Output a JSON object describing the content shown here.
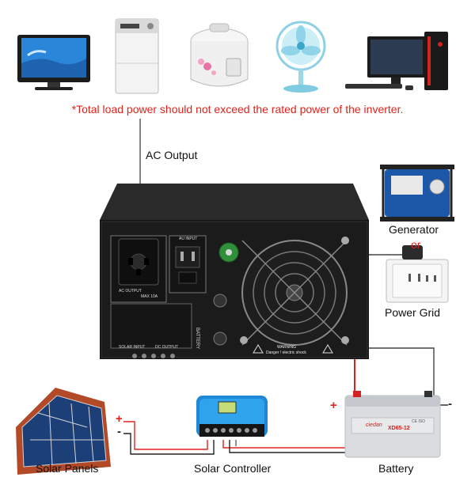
{
  "warning": "*Total load power should not exceed the rated power of the inverter.",
  "labels": {
    "ac_output": "AC Output",
    "generator": "Generator",
    "or": "or",
    "power_grid": "Power Grid",
    "solar_panels": "Solar Panels",
    "solar_controller": "Solar Controller",
    "battery": "Battery"
  },
  "inverter_panel": {
    "ac_output": "AC OUTPUT",
    "ac_output_rating": "MAX 10A",
    "ac_input": "AU INPUT",
    "battery": "BATTERY",
    "solar_input": "SOLAR INPUT",
    "dc_output": "DC OUTPUT",
    "warning_title": "WARNING",
    "warning_text": "Danger ! electric shock"
  },
  "battery_unit": {
    "brand": "ciedan",
    "model": "XD65-12",
    "marks": "CE ISO"
  },
  "polarity": {
    "plus": "+",
    "minus": "-"
  },
  "colors": {
    "warning": "#e0231b",
    "positive_wire": "#e0231b",
    "negative_wire": "#222222"
  },
  "icons": [
    "tv-icon",
    "washing-machine-icon",
    "rice-cooker-icon",
    "fan-icon",
    "desktop-computer-icon",
    "generator-icon",
    "wall-socket-icon"
  ]
}
